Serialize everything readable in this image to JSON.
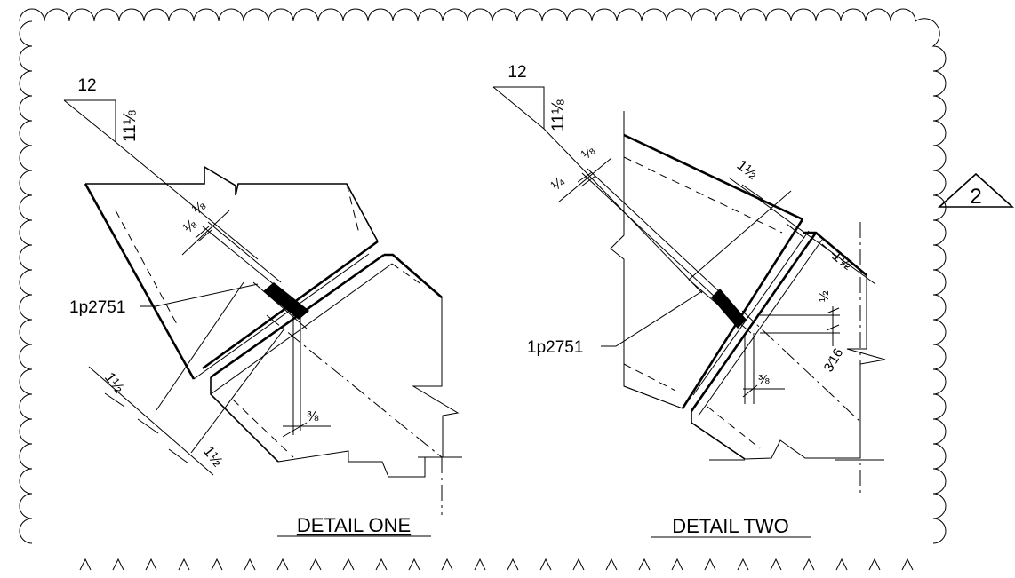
{
  "revision": {
    "number": "2"
  },
  "detail_one": {
    "title": "DETAIL ONE",
    "slope_run": "12",
    "slope_rise": "11⅛",
    "gap_upper": "⅛",
    "gap_lower": "⅛",
    "plate_mark": "1p2751",
    "dim_left_top": "1½",
    "dim_left_bottom": "1½",
    "dim_bottom": "⅜"
  },
  "detail_two": {
    "title": "DETAIL TWO",
    "slope_run": "12",
    "slope_rise": "11⅛",
    "gap_upper": "⅛",
    "gap_lower": "¼",
    "plate_mark": "1p2751",
    "dim_top": "1½",
    "dim_right": "1½",
    "dim_half": "½",
    "dim_three_sixteenths": "3⁄16",
    "dim_three_eighths": "⅜"
  }
}
